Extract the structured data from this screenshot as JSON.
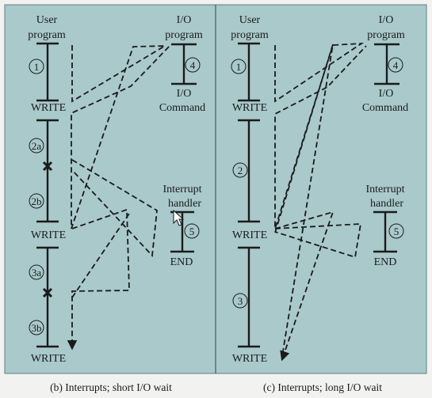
{
  "colors": {
    "panel_bg": "#a9c9cb",
    "panel_border": "#5d7f82",
    "page_bg": "#f2f2f0",
    "ink": "#1b1b1b"
  },
  "panel_b": {
    "caption": "(b) Interrupts; short I/O wait",
    "user_program": [
      "User",
      "program"
    ],
    "io_program": [
      "I/O",
      "program"
    ],
    "io_command": [
      "I/O",
      "Command"
    ],
    "interrupt_handler": [
      "Interrupt",
      "handler"
    ],
    "write_labels": [
      "WRITE",
      "WRITE",
      "WRITE"
    ],
    "end_label": "END",
    "segments": [
      "1",
      "2a",
      "2b",
      "3a",
      "3b"
    ],
    "io_segment": "4",
    "handler_segment": "5"
  },
  "panel_c": {
    "caption": "(c) Interrupts; long I/O wait",
    "user_program": [
      "User",
      "program"
    ],
    "io_program": [
      "I/O",
      "program"
    ],
    "io_command": [
      "I/O",
      "Command"
    ],
    "interrupt_handler": [
      "Interrupt",
      "handler"
    ],
    "write_labels": [
      "WRITE",
      "WRITE",
      "WRITE"
    ],
    "end_label": "END",
    "segments": [
      "1",
      "2",
      "3"
    ],
    "io_segment": "4",
    "handler_segment": "5"
  }
}
